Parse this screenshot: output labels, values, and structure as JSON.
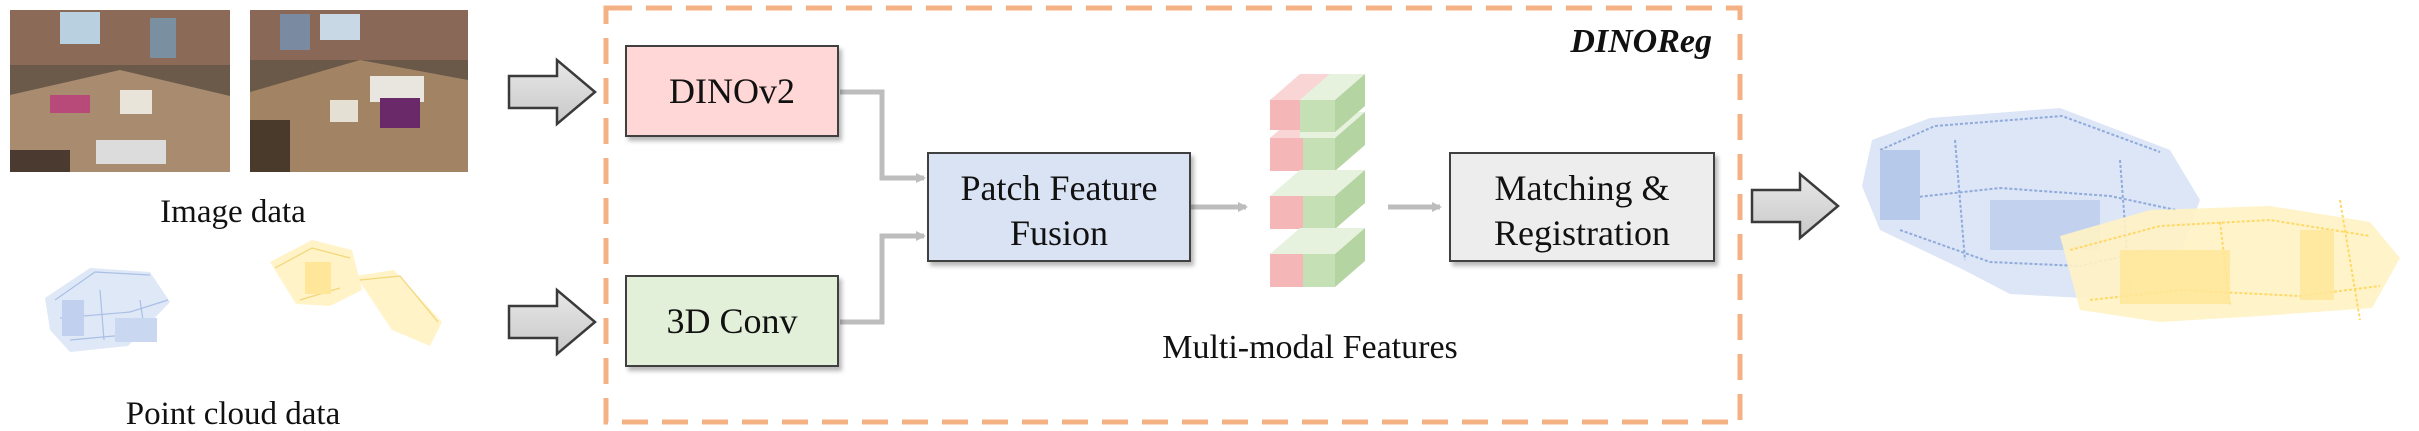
{
  "framework": {
    "title": "DINOReg",
    "frame_color": "#f4b183"
  },
  "inputs": {
    "image_label": "Image data",
    "pointcloud_label": "Point cloud data"
  },
  "modules": {
    "dino": {
      "label": "DINOv2",
      "fill": "#ffd7d7"
    },
    "conv": {
      "label": "3D Conv",
      "fill": "#e2f0d9"
    },
    "fusion": {
      "line1": "Patch Feature",
      "line2": "Fusion",
      "fill": "#dae3f3"
    },
    "matching": {
      "line1": "Matching &",
      "line2": "Registration",
      "fill": "#ededed"
    }
  },
  "features": {
    "label": "Multi-modal Features",
    "image_color": "#f4b6b6",
    "point_color": "#c5e0b4"
  },
  "pointcloud_colors": {
    "source": "#8faadc",
    "target": "#ffd966"
  }
}
